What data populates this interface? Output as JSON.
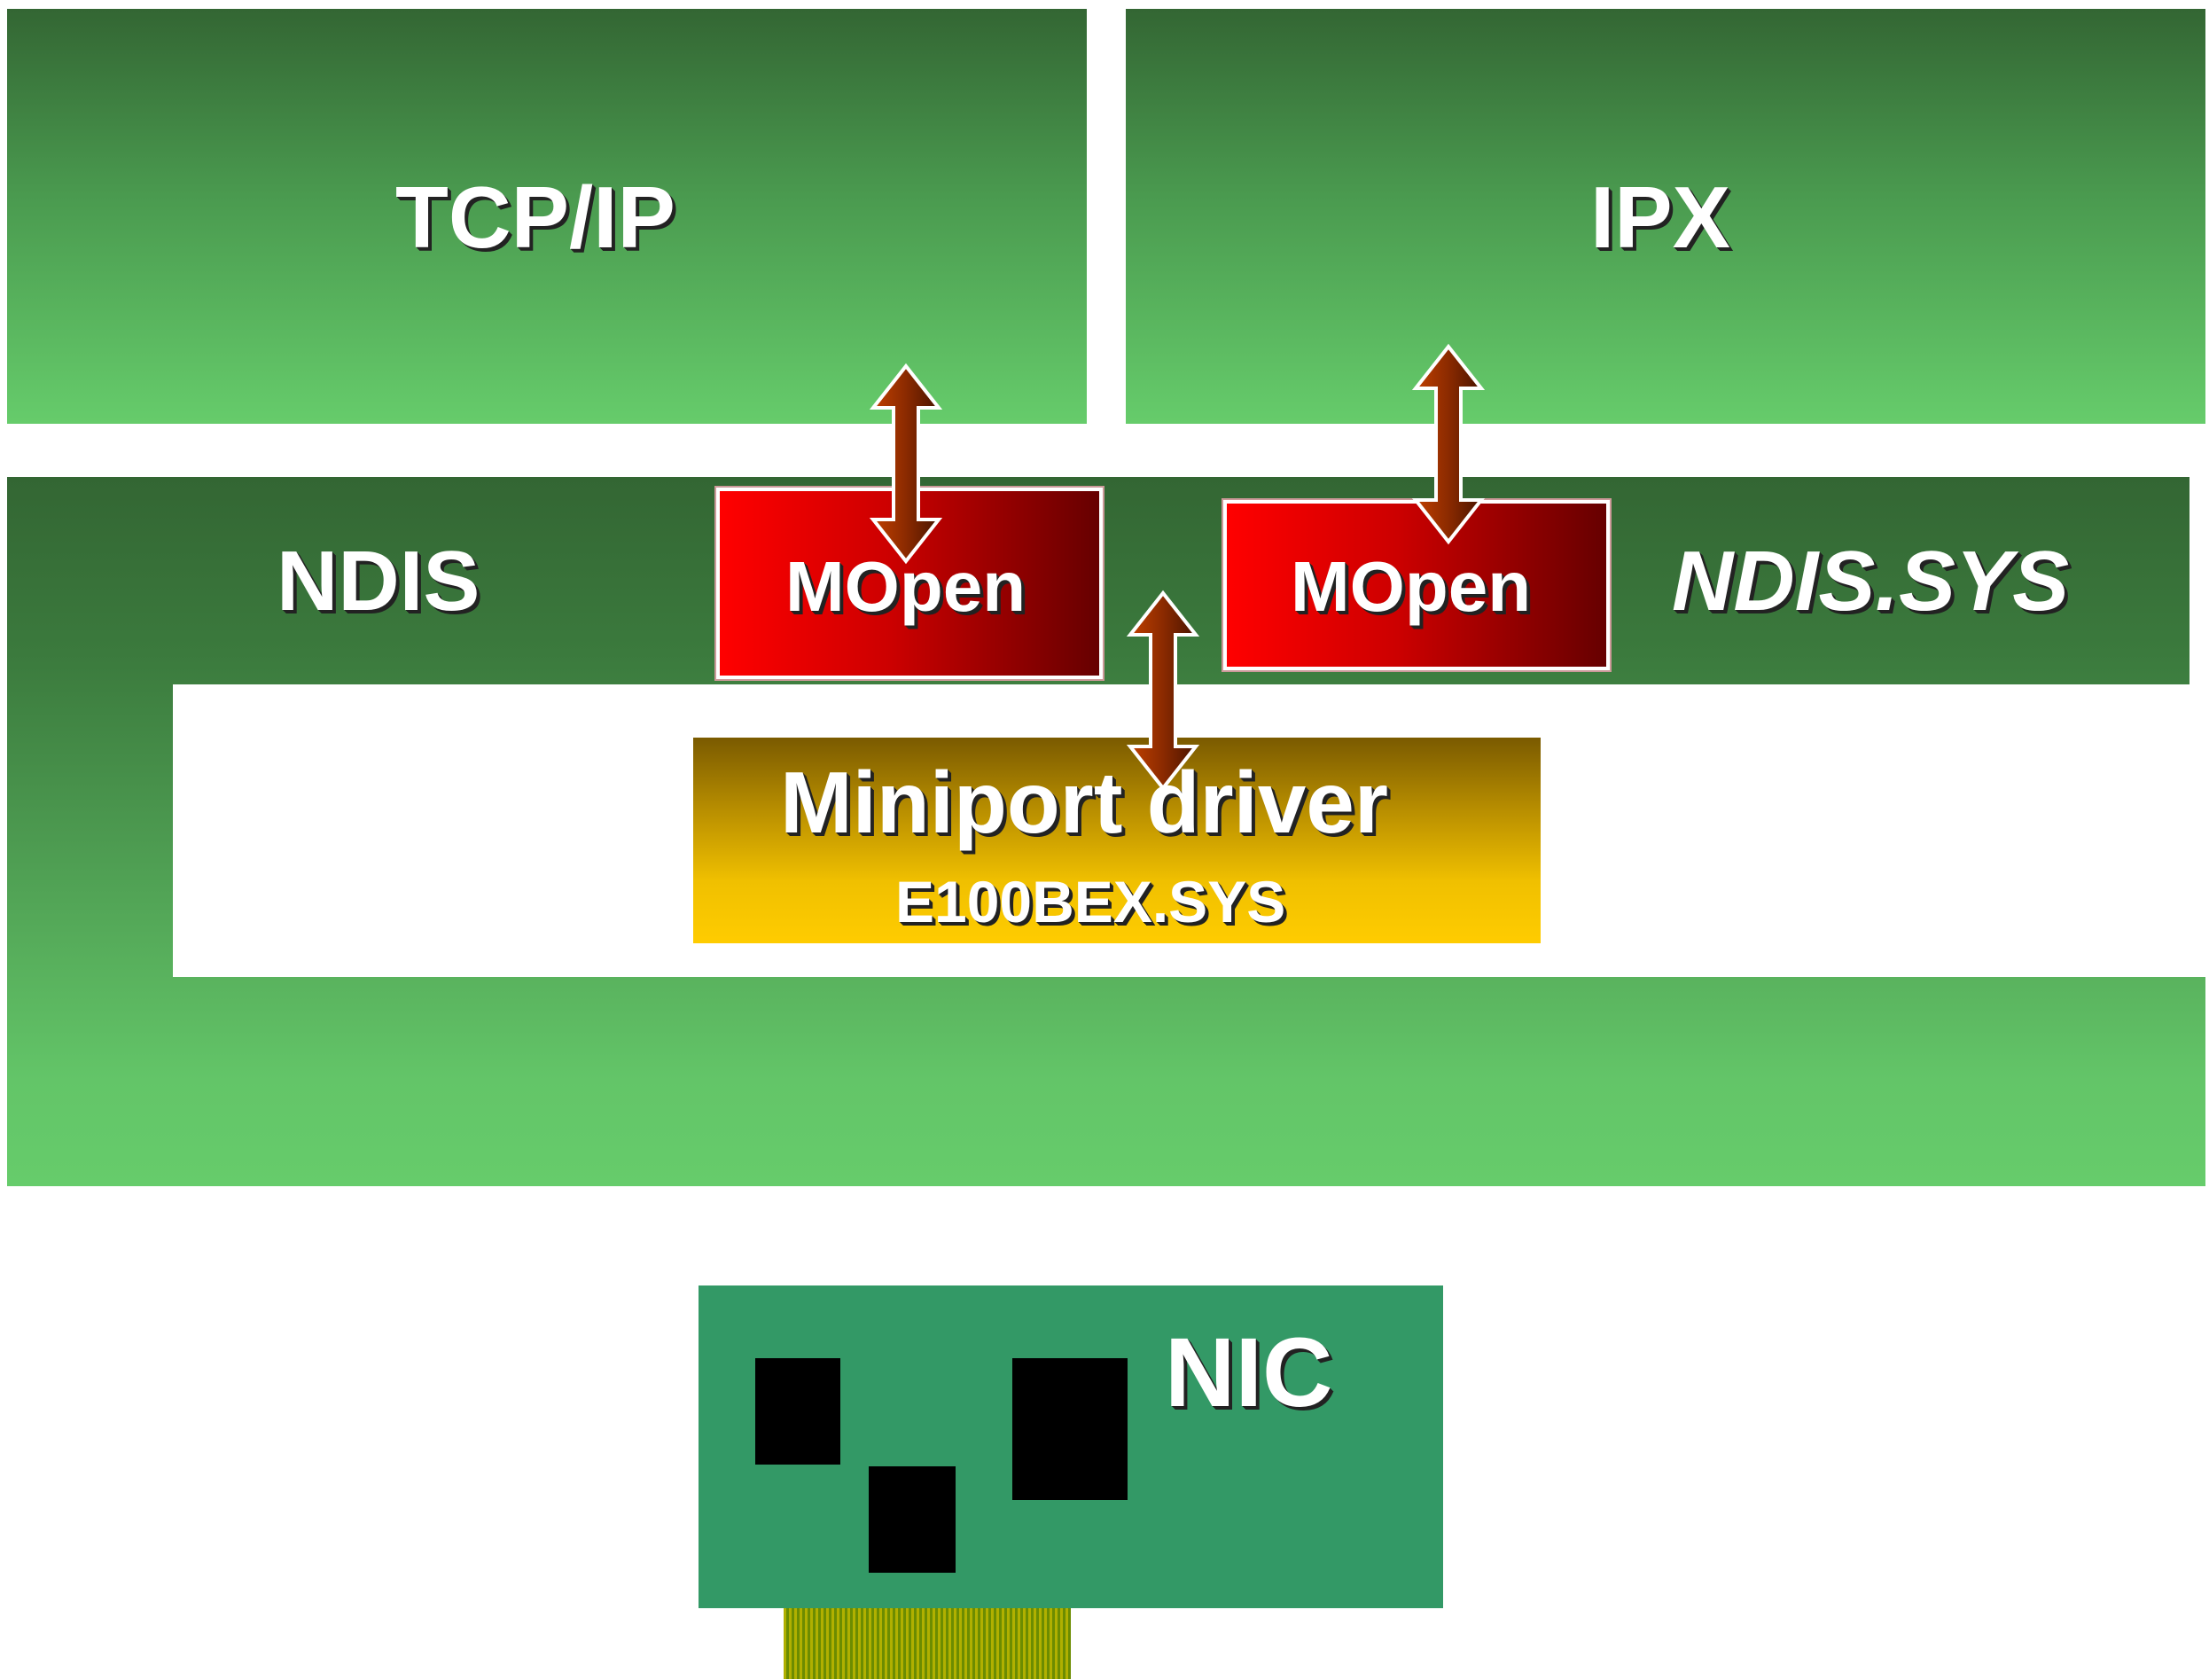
{
  "protocols": {
    "tcpip_label": "TCP/IP",
    "ipx_label": "IPX"
  },
  "ndis": {
    "label": "NDIS",
    "sys_label": "NDIS.SYS",
    "mopen_left_label": "MOpen",
    "mopen_right_label": "MOpen"
  },
  "miniport": {
    "title": "Miniport driver",
    "file": "E100BEX.SYS"
  },
  "nic": {
    "label": "NIC"
  },
  "colors": {
    "green_dark": "#336633",
    "green_light": "#66cc6b",
    "mopen_red": "#ff0000",
    "mopen_dark": "#660000",
    "miniport_gold": "#ffcc00",
    "nic_green": "#339966",
    "arrow_brown": "#8b2a00"
  },
  "icons": {
    "arrow": "double-headed-arrow-icon",
    "chip": "chip-icon",
    "edge_connector": "edge-connector-icon"
  }
}
